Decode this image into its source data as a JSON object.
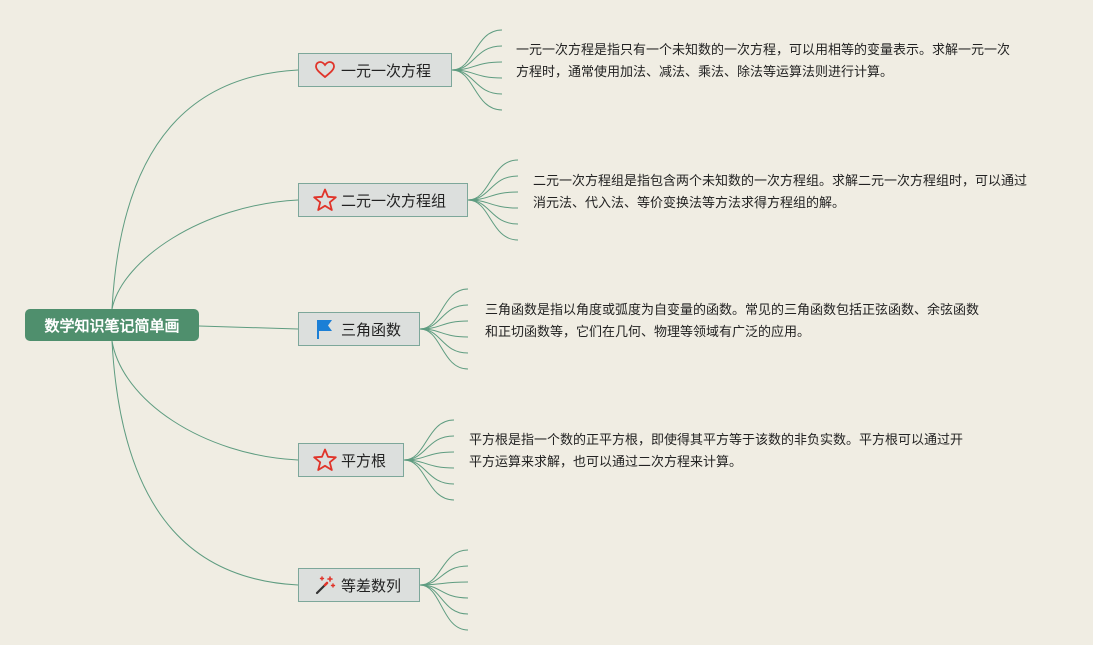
{
  "root": {
    "label": "数学知识笔记简单画"
  },
  "branches": [
    {
      "label": "一元一次方程",
      "icon": "heart-icon",
      "note": "一元一次方程是指只有一个未知数的一次方程，可以用相等的变量表示。求解一元一次方程时，通常使用加法、减法、乘法、除法等运算法则进行计算。"
    },
    {
      "label": "二元一次方程组",
      "icon": "star-icon",
      "note": "二元一次方程组是指包含两个未知数的一次方程组。求解二元一次方程组时，可以通过消元法、代入法、等价变换法等方法求得方程组的解。"
    },
    {
      "label": "三角函数",
      "icon": "flag-icon",
      "note": "三角函数是指以角度或弧度为自变量的函数。常见的三角函数包括正弦函数、余弦函数和正切函数等，它们在几何、物理等领域有广泛的应用。"
    },
    {
      "label": "平方根",
      "icon": "star-icon",
      "note": "平方根是指一个数的正平方根，即使得其平方等于该数的非负实数。平方根可以通过开平方运算来求解，也可以通过二次方程来计算。"
    },
    {
      "label": "等差数列",
      "icon": "magic-wand-icon",
      "note": ""
    }
  ],
  "colors": {
    "root": "#4f8f6d",
    "link": "#5e9c80",
    "icon_red": "#e0342a",
    "icon_blue": "#1b7fd6"
  }
}
